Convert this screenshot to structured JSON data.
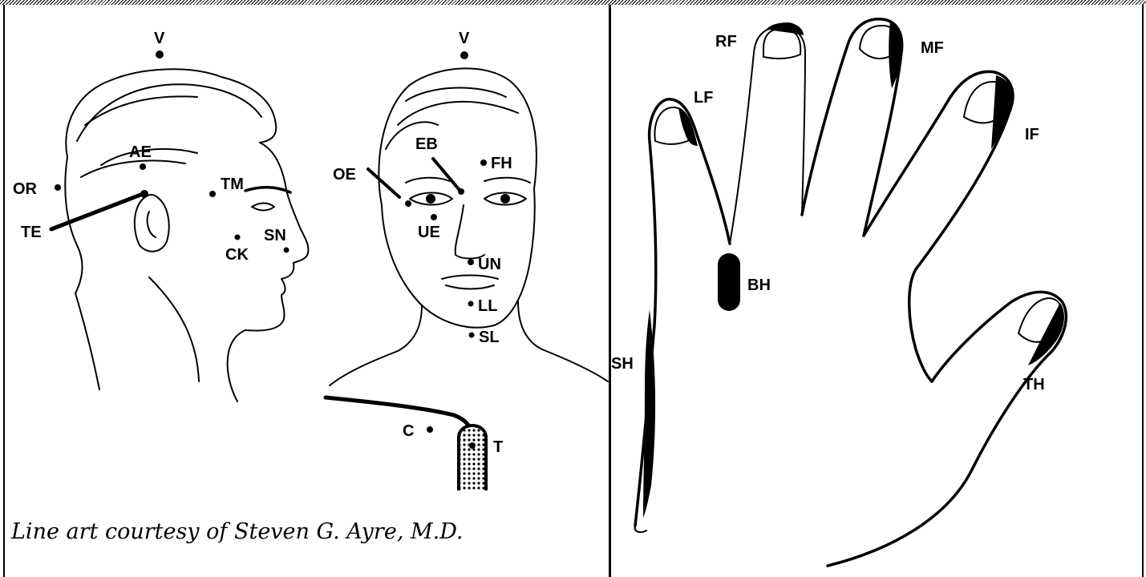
{
  "credit": "Line art courtesy of Steven G. Ayre, M.D.",
  "left_labels": {
    "v_profile": "V",
    "ae": "AE",
    "or": "OR",
    "tm": "TM",
    "te": "TE",
    "sn": "SN",
    "ck": "CK",
    "v_front": "V",
    "eb": "EB",
    "oe": "OE",
    "fh": "FH",
    "ue": "UE",
    "un": "UN",
    "ll": "LL",
    "sl": "SL",
    "c": "C",
    "t": "T"
  },
  "right_labels": {
    "rf": "RF",
    "mf": "MF",
    "lf": "LF",
    "if": "IF",
    "bh": "BH",
    "sh": "SH",
    "th": "TH"
  },
  "colors": {
    "ink": "#000000",
    "background": "#ffffff"
  }
}
